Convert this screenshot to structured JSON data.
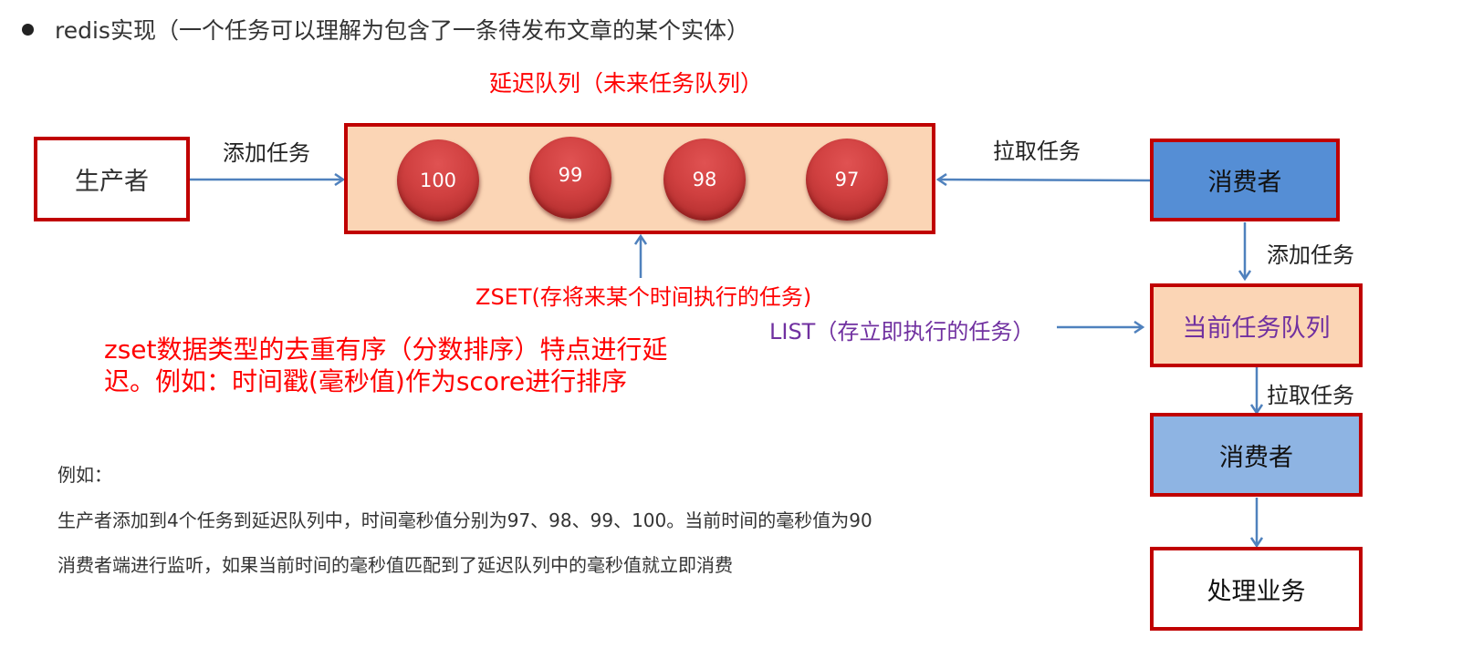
{
  "heading": "redis实现（一个任务可以理解为包含了一条待发布文章的某个实体）",
  "diagram": {
    "delay_queue_title": "延迟队列（未来任务队列）",
    "producer_label": "生产者",
    "add_task_label_top": "添加任务",
    "pull_task_label_top": "拉取任务",
    "consumer_top_label": "消费者",
    "add_task_label_right": "添加任务",
    "current_queue_label": "当前任务队列",
    "pull_task_label_right": "拉取任务",
    "consumer_bottom_label": "消费者",
    "process_label": "处理业务",
    "zset_label": "ZSET(存将来某个时间执行的任务)",
    "list_label": "LIST（存立即执行的任务）",
    "tasks": [
      {
        "score": "100"
      },
      {
        "score": "99"
      },
      {
        "score": "98"
      },
      {
        "score": "97"
      }
    ],
    "colors": {
      "border_red": "#c00000",
      "queue_fill": "#fbd5b5",
      "consumer_top_fill": "#558ed5",
      "consumer_bottom_fill": "#8eb4e3",
      "arrow_blue": "#4f81bd",
      "annotation_red": "#ff0000",
      "list_purple": "#7030a0"
    }
  },
  "explanation": {
    "line1": "zset数据类型的去重有序（分数排序）特点进行延",
    "line2": "迟。例如：时间戳(毫秒值)作为score进行排序"
  },
  "example": {
    "title": "例如：",
    "line1": "生产者添加到4个任务到延迟队列中，时间毫秒值分别为97、98、99、100。当前时间的毫秒值为90",
    "line2": "消费者端进行监听，如果当前时间的毫秒值匹配到了延迟队列中的毫秒值就立即消费"
  }
}
